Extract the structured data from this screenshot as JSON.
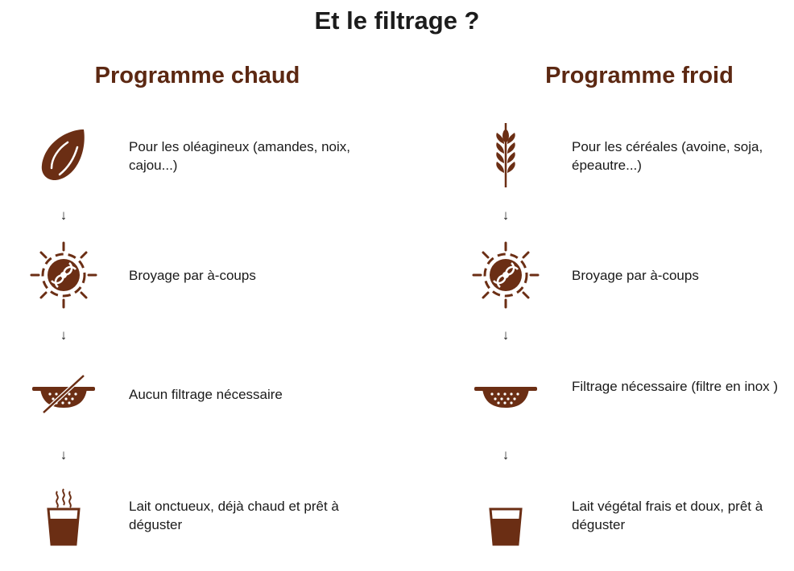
{
  "title": "Et le filtrage ?",
  "colors": {
    "brown": "#6b2e14",
    "heading": "#5c2812"
  },
  "columns": [
    {
      "heading": "Programme chaud",
      "steps": [
        {
          "icon": "almond-icon",
          "text": "Pour les oléagineux (amandes, noix, cajou...)"
        },
        {
          "icon": "grinding-icon",
          "text": "Broyage par à-coups"
        },
        {
          "icon": "no-strainer-icon",
          "text": "Aucun filtrage nécessaire"
        },
        {
          "icon": "hot-cup-icon",
          "text": "Lait onctueux, déjà chaud et prêt à déguster"
        }
      ],
      "arrow": "↓"
    },
    {
      "heading": "Programme froid",
      "steps": [
        {
          "icon": "wheat-icon",
          "text": "Pour les céréales (avoine, soja, épeautre...)"
        },
        {
          "icon": "grinding-icon",
          "text": "Broyage par à-coups"
        },
        {
          "icon": "strainer-icon",
          "text": "Filtrage nécessaire (filtre en inox )"
        },
        {
          "icon": "cold-cup-icon",
          "text": "Lait végétal frais et doux, prêt à déguster"
        }
      ],
      "arrow": "↓"
    }
  ]
}
